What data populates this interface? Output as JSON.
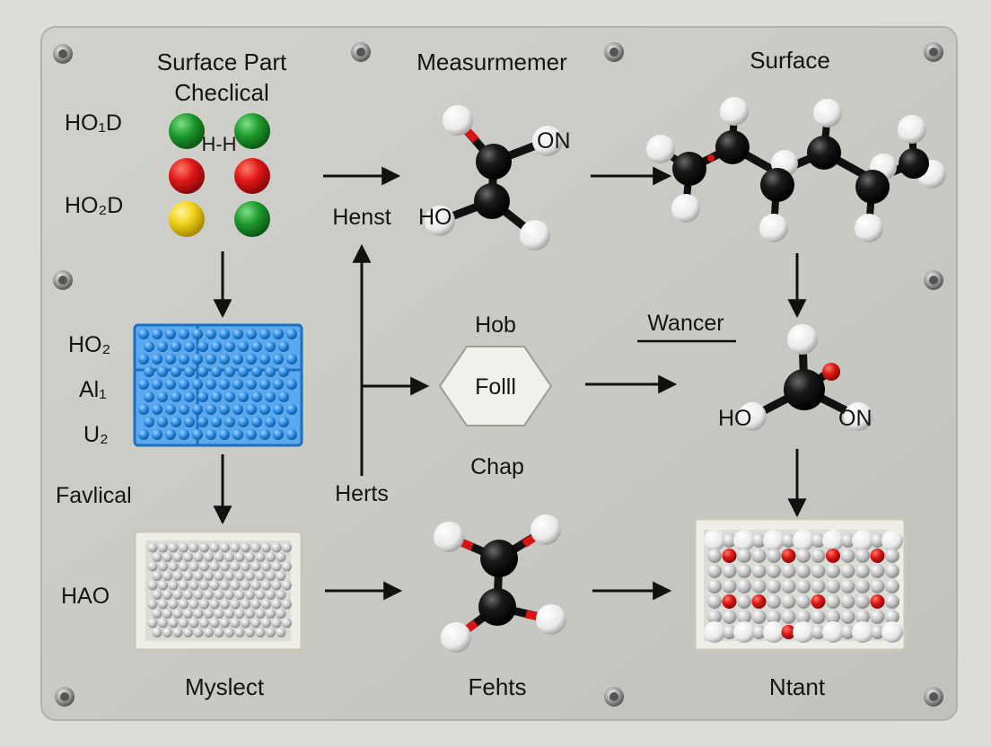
{
  "header_labels": {
    "left": "Surface Part",
    "left_sub": "Checlical",
    "center": "Measurmemer",
    "right": "Surface"
  },
  "side_labels": {
    "ho1d": "HO₁D",
    "ho2d": "HO₂D",
    "ho2": "HO₂",
    "al1": "Al₁",
    "u2": "U₂",
    "favlical": "Favlical",
    "hao": "HAO"
  },
  "bead_label": "H-H",
  "molecule_labels": {
    "on_top": "ON",
    "ho_top": "HO",
    "ho_right": "HO",
    "on_right": "ON"
  },
  "flow_labels": {
    "henst": "Henst",
    "herts": "Herts",
    "hob": "Hob",
    "hexagon": "Folll",
    "chap": "Chap",
    "wancer": "Wancer"
  },
  "bottom_labels": {
    "left": "Myslect",
    "center": "Fehts",
    "right": "Ntant"
  },
  "colors": {
    "board": "#c9c9c3",
    "carbon": "#111111",
    "hydrogen": "#f4f4f4",
    "oxygen": "#e01818",
    "green": "#1e9a2e",
    "red": "#dd1a1a",
    "yellow": "#f0d21a",
    "blue_block": "#2f8fe6"
  }
}
